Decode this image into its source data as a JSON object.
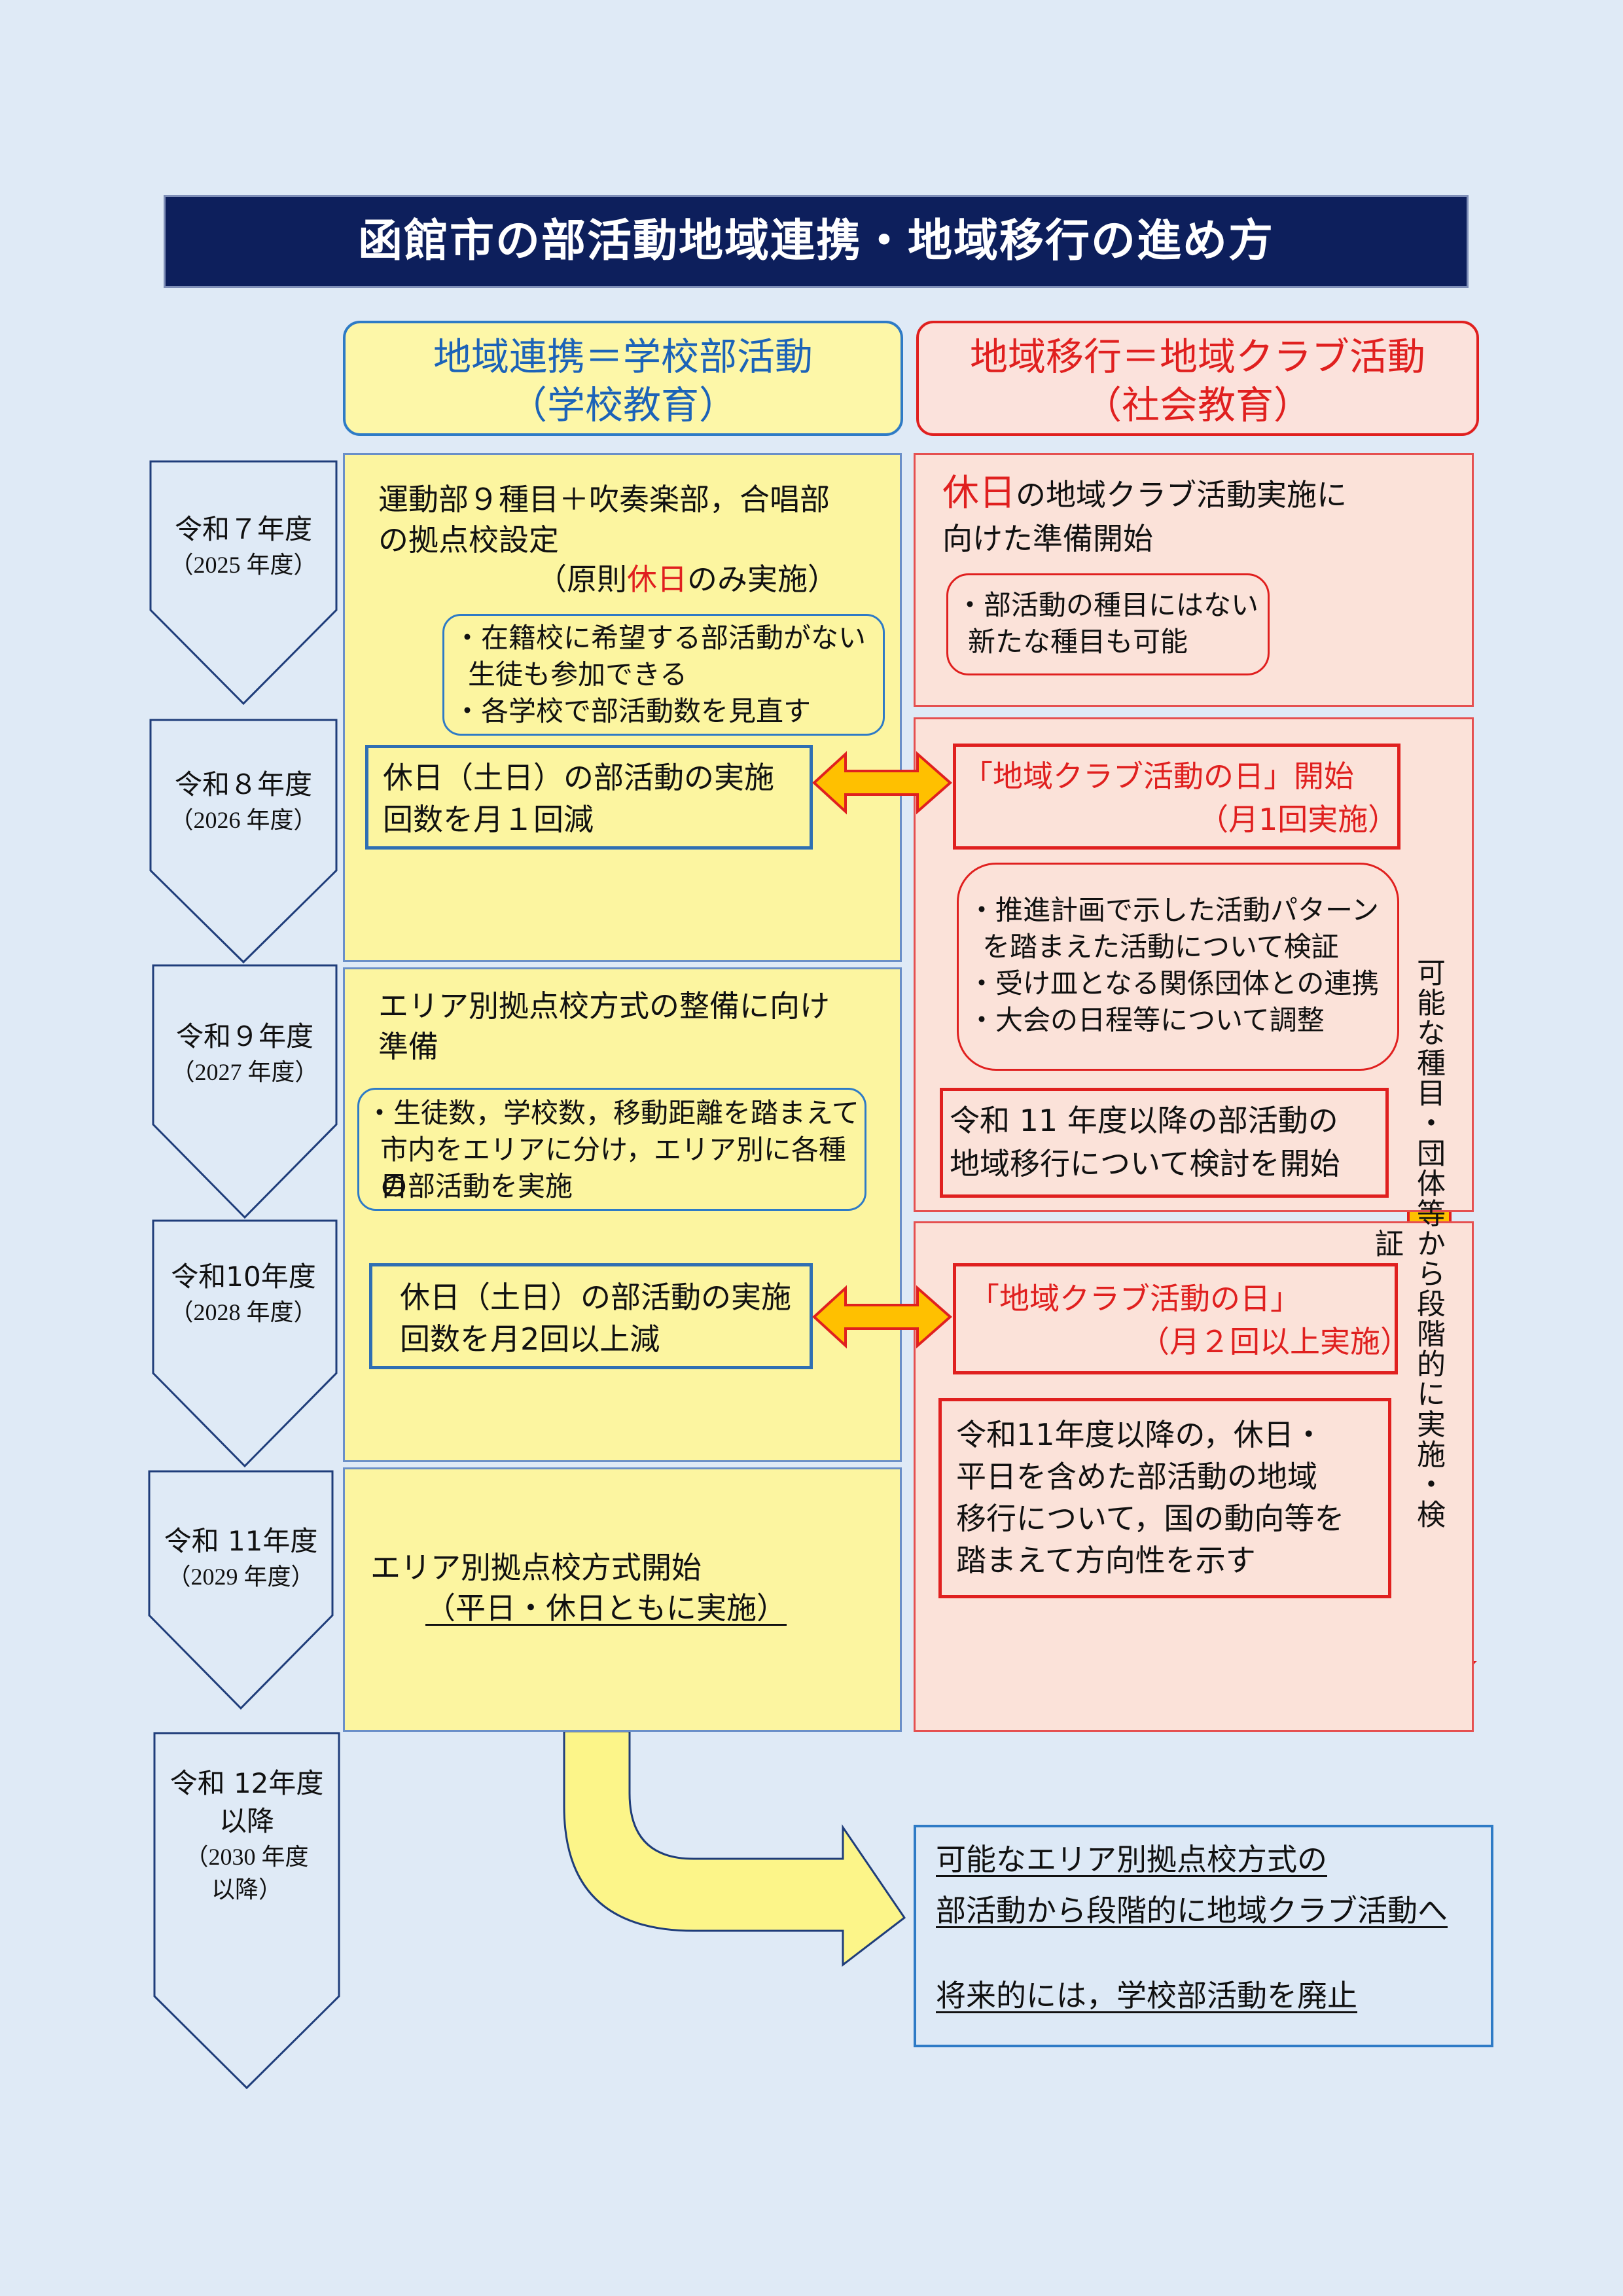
{
  "title": "函館市の部活動地域連携・地域移行の進め方",
  "columns": {
    "left": {
      "line1": "地域連携＝学校部活動",
      "line2": "（学校教育）"
    },
    "right": {
      "line1": "地域移行＝地域クラブ活動",
      "line2": "（社会教育）"
    }
  },
  "years": [
    {
      "main": "令和７年度",
      "sub": "（2025 年度）"
    },
    {
      "main": "令和８年度",
      "sub": "（2026 年度）"
    },
    {
      "main": "令和９年度",
      "sub": "（2027 年度）"
    },
    {
      "main": "令和10年度",
      "sub": "（2028 年度）"
    },
    {
      "main": "令和 11年度",
      "sub": "（2029 年度）"
    },
    {
      "main": "令和 12年度",
      "main2": "以降",
      "sub": "（2030 年度",
      "sub2": "以降）"
    }
  ],
  "left_blocks": {
    "r7": {
      "line1": "運動部９種目＋吹奏楽部，合唱部",
      "line2": "の拠点校設定",
      "line3_pre": "（原則",
      "line3_red": "休日",
      "line3_post": "のみ実施）",
      "note1": "・在籍校に希望する部活動がない",
      "note2": "生徒も参加できる",
      "note3": "・各学校で部活動数を見直す"
    },
    "r8": {
      "line1": "休日（土日）の部活動の実施",
      "line2": "回数を月１回減"
    },
    "r9": {
      "line1": "エリア別拠点校方式の整備に向け",
      "line2": "準備",
      "note1": "・生徒数，学校数，移動距離を踏まえて",
      "note2": "市内をエリアに分け，エリア別に各種目",
      "note3": "の部活動を実施"
    },
    "r10": {
      "line1": "休日（土日）の部活動の実施",
      "line2": "回数を月2回以上減"
    },
    "r11": {
      "line1": "エリア別拠点校方式開始",
      "line2": "（平日・休日ともに実施）"
    }
  },
  "right_blocks": {
    "r7": {
      "line1_red": "休日",
      "line1_post": "の地域クラブ活動実施に",
      "line2": "向けた準備開始",
      "note1": "・部活動の種目にはない",
      "note2": "新たな種目も可能"
    },
    "r8": {
      "club_line1": "「地域クラブ活動の日」開始",
      "club_line2": "（月1回実施）",
      "note1": "・推進計画で示した活動パターン",
      "note2": "を踏まえた活動について検証",
      "note3": "・受け皿となる関係団体との連携",
      "note4": "・大会の日程等について調整",
      "box1": "令和 11 年度以降の部活動の",
      "box2": "地域移行について検討を開始"
    },
    "r10": {
      "club_line1": "「地域クラブ活動の日」",
      "club_line2": "（月２回以上実施）",
      "box1": "令和11年度以降の，休日・",
      "box2": "平日を含めた部活動の地域",
      "box3": "移行について，国の動向等を",
      "box4": "踏まえて方向性を示す"
    }
  },
  "vertical_arrow_text": "可能な種目・団体等から段階的に実施・検証",
  "final_box": {
    "line1": "可能なエリア別拠点校方式の",
    "line2": "部活動から段階的に地域クラブ活動へ",
    "line3": "将来的には，学校部活動を廃止"
  },
  "colors": {
    "title_bg": "#0d1f5c",
    "left_fill": "#fcf5a0",
    "right_fill": "#fbe2d9",
    "accent_red": "#e0201f",
    "accent_blue": "#2e7bc6",
    "arrow_orange": "#ffc000",
    "page_bg": "#dfeaf6"
  }
}
